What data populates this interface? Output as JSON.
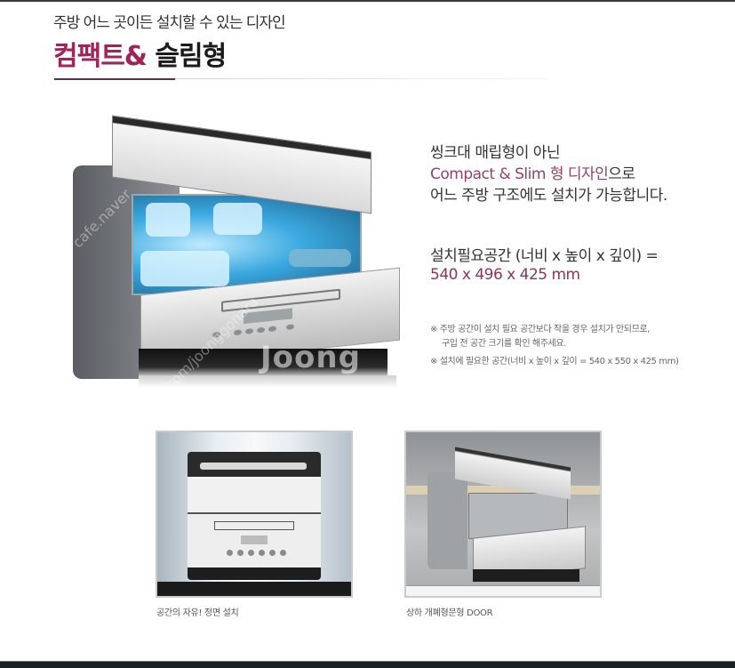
{
  "header": {
    "subtitle": "주방 어느 곳이든 설치할 수 있는 디자인",
    "title_accent": "컴팩트&",
    "title_dark": " 슬림형",
    "accent_color": "#a0245a"
  },
  "main_image": {
    "alt": "컴팩트 식기세척기 (문 열린 상태)",
    "watermark": "Joong",
    "watermark_diag_1": "cafe.naver",
    "watermark_diag_2": "com/joonggonara"
  },
  "description": {
    "line1": "씽크대 매립형이 아닌",
    "line2_pink": "Compact & Slim 형 디자인",
    "line2_rest": "으로",
    "line3": "어느 주방 구조에도 설치가 가능합니다."
  },
  "spec": {
    "label": "설치필요공간 (너비 x 높이 x 깊이) =",
    "value": "540 x 496 x 425 mm"
  },
  "notes": {
    "note1_line1": "※ 주방 공간이 설치 필요 공간보다 작을 경우 설치가 안되므로,",
    "note1_line2": "구입 전 공간 크기를 확인 해주세요.",
    "note2": "※ 설치에 필요한 공간(너비 x 높이 x 깊이 = 540 x 550 x 425 mm)"
  },
  "thumbnails": [
    {
      "caption": "공간의 자유! 정면 설치"
    },
    {
      "caption": "상하 개폐형문형 DOOR"
    }
  ]
}
